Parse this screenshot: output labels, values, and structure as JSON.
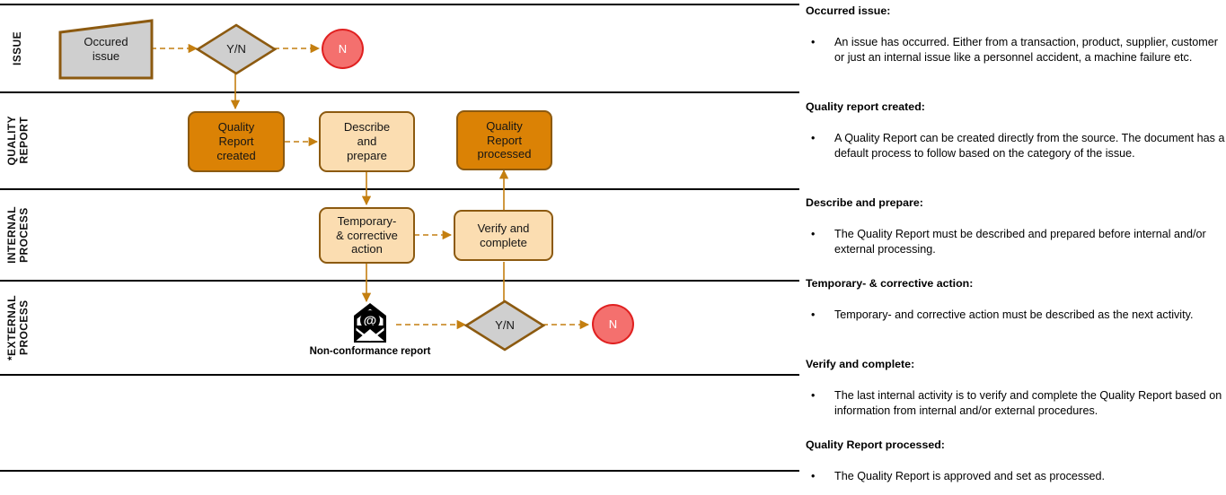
{
  "diagram": {
    "lanes": [
      {
        "id": "issue",
        "label": "ISSUE"
      },
      {
        "id": "quality-report",
        "label": "QUALITY\nREPORT"
      },
      {
        "id": "internal-process",
        "label": "INTERNAL\nPROCESS"
      },
      {
        "id": "external-process",
        "label": "*EXTERNAL\nPROCESS"
      }
    ],
    "nodes": {
      "occured_issue": "Occured\nissue",
      "decision_issue": "Y/N",
      "end_issue": "N",
      "quality_report_created": "Quality\nReport\ncreated",
      "describe_and_prepare": "Describe\nand\nprepare",
      "quality_report_processed": "Quality\nReport\nprocessed",
      "temporary_corrective_action": "Temporary-\n& corrective\naction",
      "verify_and_complete": "Verify and\ncomplete",
      "non_conformance_report_caption": "Non-conformance report",
      "decision_external": "Y/N",
      "end_external": "N"
    },
    "icons": {
      "envelope": "envelope-at-icon"
    },
    "colors": {
      "process_dark": "#DB8205",
      "process_light": "#FBDDB1",
      "shape_border": "#8C5A10",
      "shape_gray_fill": "#CFCFCF",
      "terminator_fill": "#F4706E",
      "terminator_border": "#E02020",
      "connector": "#C47F10",
      "lane_divider": "#000000"
    }
  },
  "panel": {
    "sections": [
      {
        "heading": "Occurred issue:",
        "bullet": "•",
        "text": "An issue has occurred. Either from a transaction, product, supplier, customer or just an internal issue like a personnel accident, a machine failure etc."
      },
      {
        "heading": "Quality report created:",
        "bullet": "•",
        "text": "A Quality Report can be created directly from the source. The document has a default process to follow based on the category of the issue."
      },
      {
        "heading": "Describe and prepare:",
        "bullet": "•",
        "text": "The Quality Report must be described and prepared before internal and/or external processing."
      },
      {
        "heading": "Temporary- & corrective action:",
        "bullet": "•",
        "text": "Temporary- and corrective action must be described as the next activity."
      },
      {
        "heading": "Verify and complete:",
        "bullet": "•",
        "text": "The last internal activity is to verify and complete the Quality Report based on information from internal and/or external procedures."
      },
      {
        "heading": "Quality Report processed:",
        "bullet": "•",
        "text": "The Quality Report is approved and set as processed."
      }
    ]
  }
}
